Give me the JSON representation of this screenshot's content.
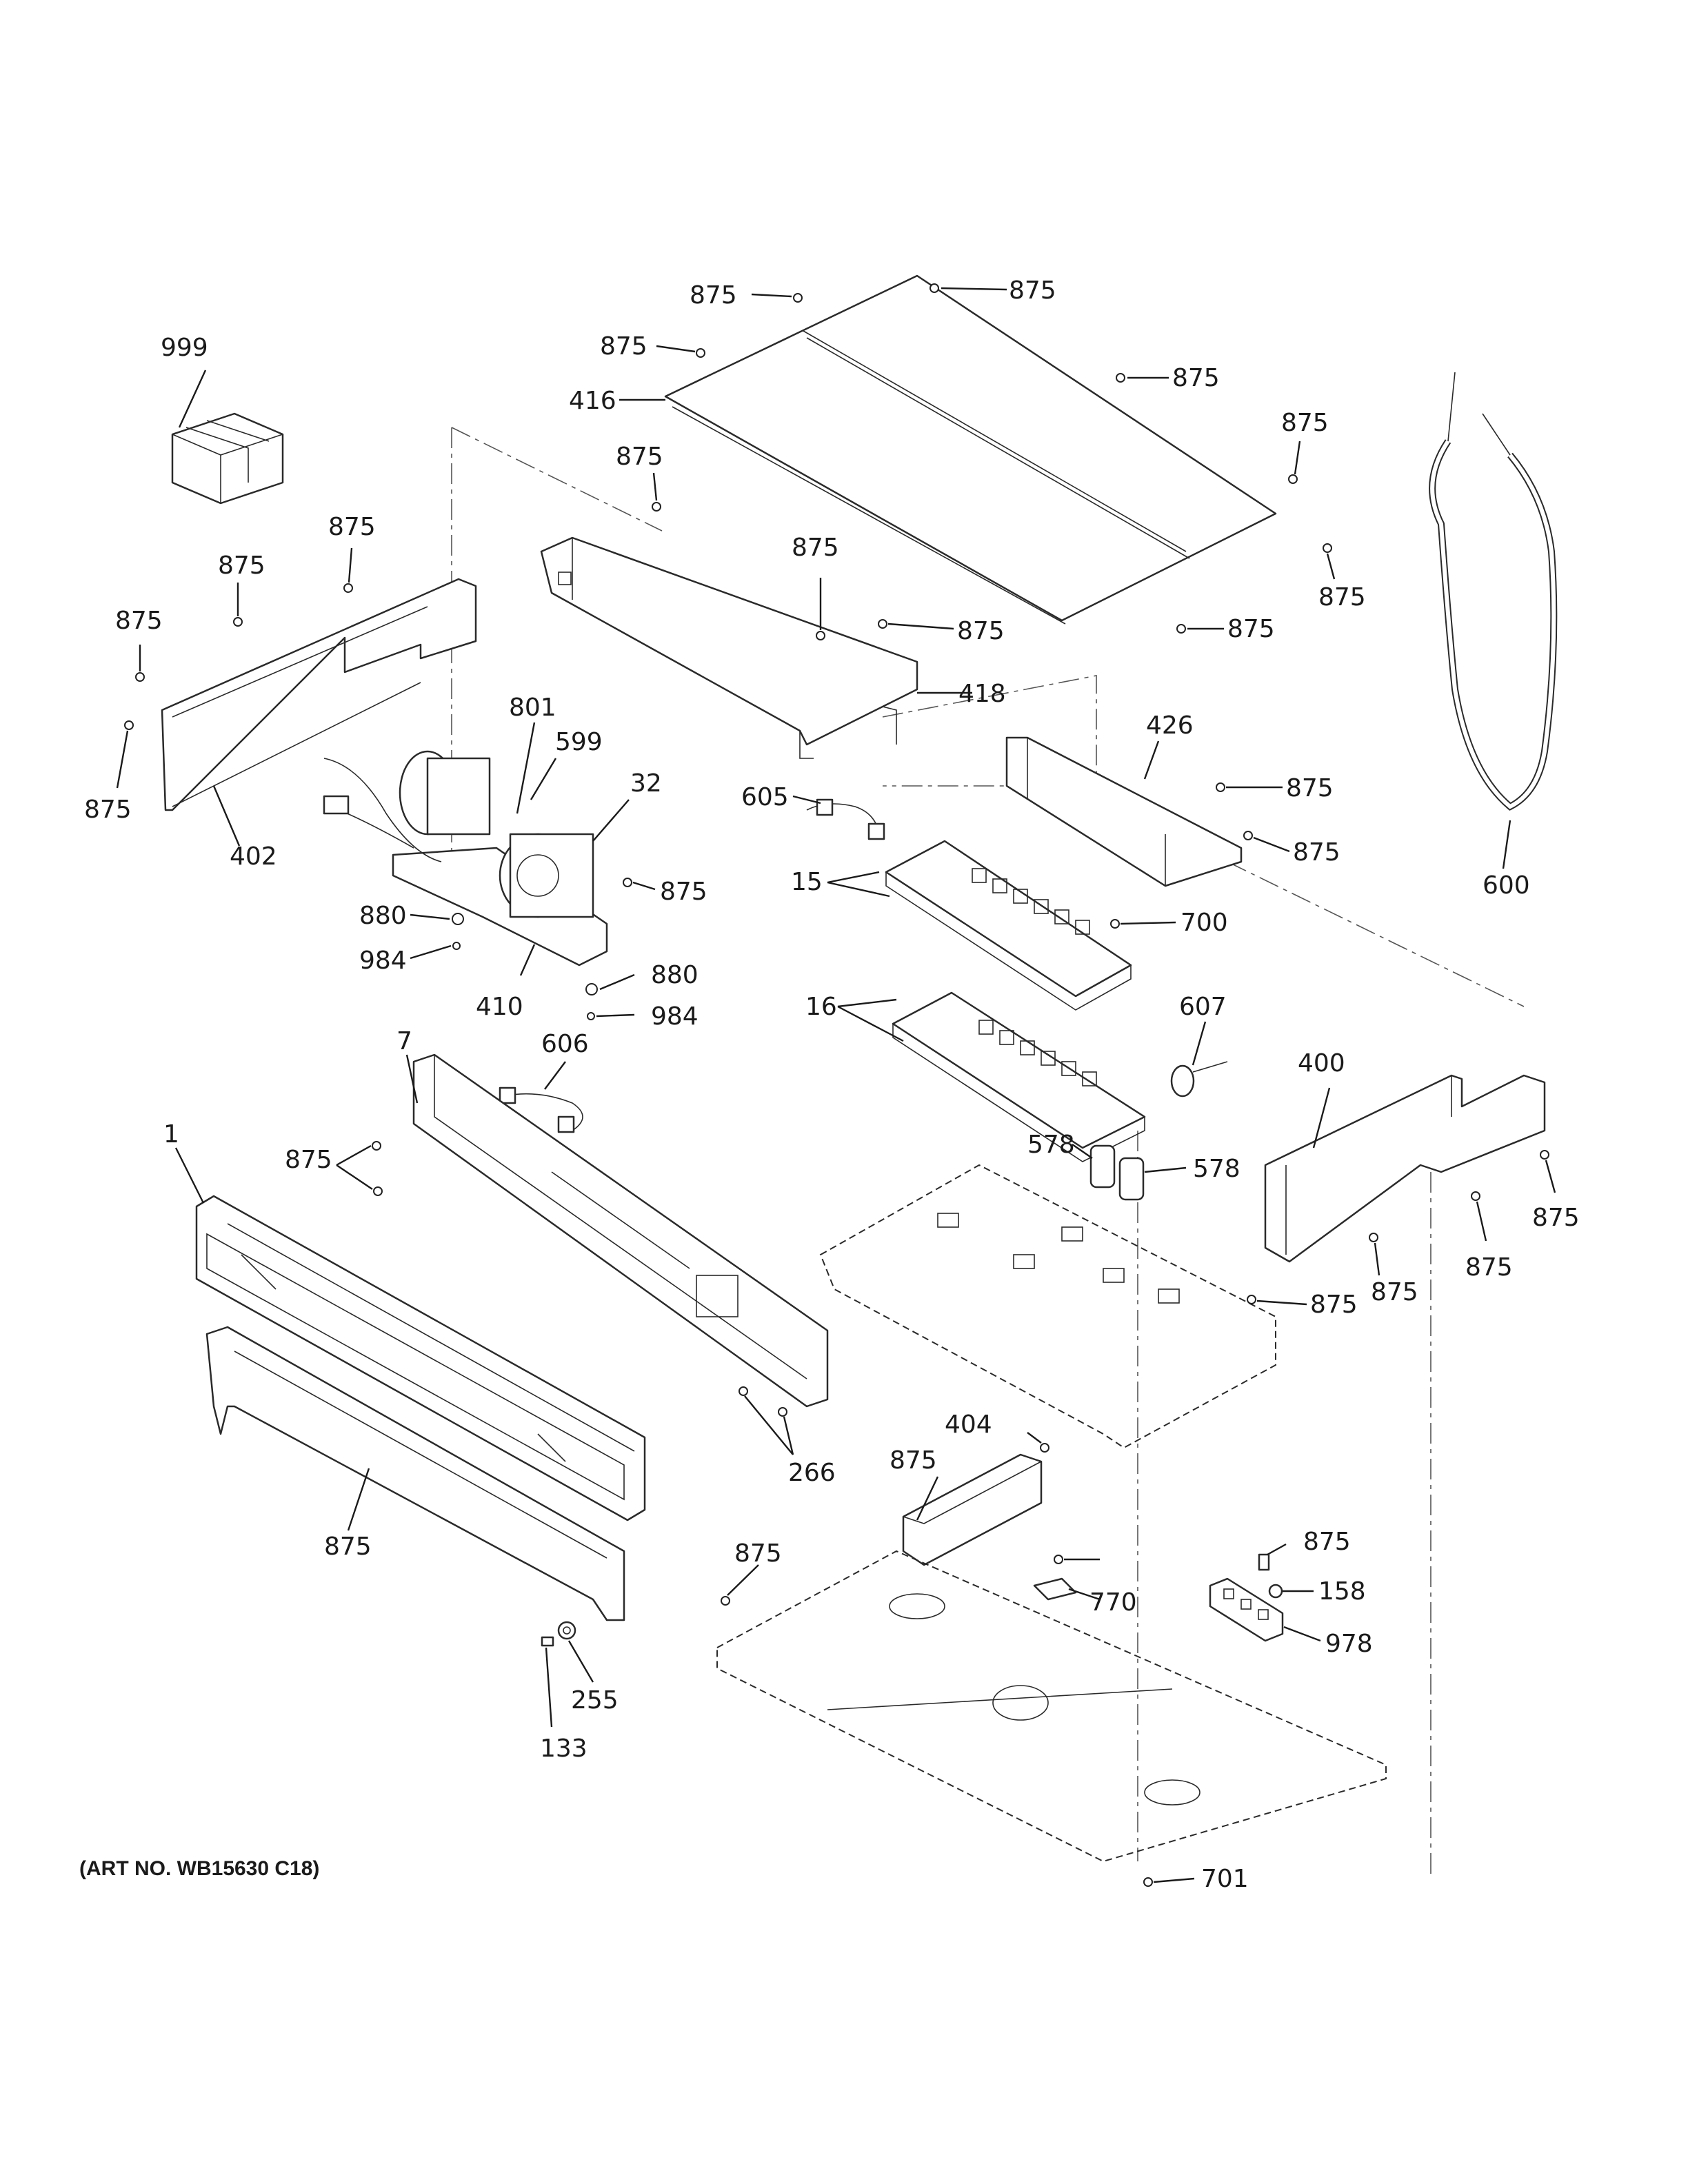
{
  "diagram": {
    "art_number": "(ART NO. WB15630 C18)",
    "callouts": [
      {
        "id": "c-875-a",
        "text": "875"
      },
      {
        "id": "c-875-b",
        "text": "875"
      },
      {
        "id": "c-875-c",
        "text": "875"
      },
      {
        "id": "c-416",
        "text": "416"
      },
      {
        "id": "c-875-d",
        "text": "875"
      },
      {
        "id": "c-875-e",
        "text": "875"
      },
      {
        "id": "c-875-f",
        "text": "875"
      },
      {
        "id": "c-875-g",
        "text": "875"
      },
      {
        "id": "c-999",
        "text": "999"
      },
      {
        "id": "c-875-h",
        "text": "875"
      },
      {
        "id": "c-875-i",
        "text": "875"
      },
      {
        "id": "c-875-j",
        "text": "875"
      },
      {
        "id": "c-875-k",
        "text": "875"
      },
      {
        "id": "c-875-l",
        "text": "875"
      },
      {
        "id": "c-875-m",
        "text": "875"
      },
      {
        "id": "c-875-n",
        "text": "875"
      },
      {
        "id": "c-418",
        "text": "418"
      },
      {
        "id": "c-402",
        "text": "402"
      },
      {
        "id": "c-801",
        "text": "801"
      },
      {
        "id": "c-599",
        "text": "599"
      },
      {
        "id": "c-32",
        "text": "32"
      },
      {
        "id": "c-605",
        "text": "605"
      },
      {
        "id": "c-426",
        "text": "426"
      },
      {
        "id": "c-875-o",
        "text": "875"
      },
      {
        "id": "c-875-p",
        "text": "875"
      },
      {
        "id": "c-600",
        "text": "600"
      },
      {
        "id": "c-15",
        "text": "15"
      },
      {
        "id": "c-875-q",
        "text": "875"
      },
      {
        "id": "c-880-a",
        "text": "880"
      },
      {
        "id": "c-984-a",
        "text": "984"
      },
      {
        "id": "c-410",
        "text": "410"
      },
      {
        "id": "c-700",
        "text": "700"
      },
      {
        "id": "c-880-b",
        "text": "880"
      },
      {
        "id": "c-984-b",
        "text": "984"
      },
      {
        "id": "c-16",
        "text": "16"
      },
      {
        "id": "c-607",
        "text": "607"
      },
      {
        "id": "c-606",
        "text": "606"
      },
      {
        "id": "c-7",
        "text": "7"
      },
      {
        "id": "c-400",
        "text": "400"
      },
      {
        "id": "c-1",
        "text": "1"
      },
      {
        "id": "c-875-r",
        "text": "875"
      },
      {
        "id": "c-578-a",
        "text": "578"
      },
      {
        "id": "c-578-b",
        "text": "578"
      },
      {
        "id": "c-875-s",
        "text": "875"
      },
      {
        "id": "c-875-t",
        "text": "875"
      },
      {
        "id": "c-875-u",
        "text": "875"
      },
      {
        "id": "c-875-v",
        "text": "875"
      },
      {
        "id": "c-875-w",
        "text": "875"
      },
      {
        "id": "c-404",
        "text": "404"
      },
      {
        "id": "c-875-x",
        "text": "875"
      },
      {
        "id": "c-266",
        "text": "266"
      },
      {
        "id": "c-875-y",
        "text": "875"
      },
      {
        "id": "c-875-z",
        "text": "875"
      },
      {
        "id": "c-770",
        "text": "770"
      },
      {
        "id": "c-158",
        "text": "158"
      },
      {
        "id": "c-978",
        "text": "978"
      },
      {
        "id": "c-255",
        "text": "255"
      },
      {
        "id": "c-133",
        "text": "133"
      },
      {
        "id": "c-701",
        "text": "701"
      },
      {
        "id": "c-875-zz",
        "text": "875"
      }
    ]
  }
}
